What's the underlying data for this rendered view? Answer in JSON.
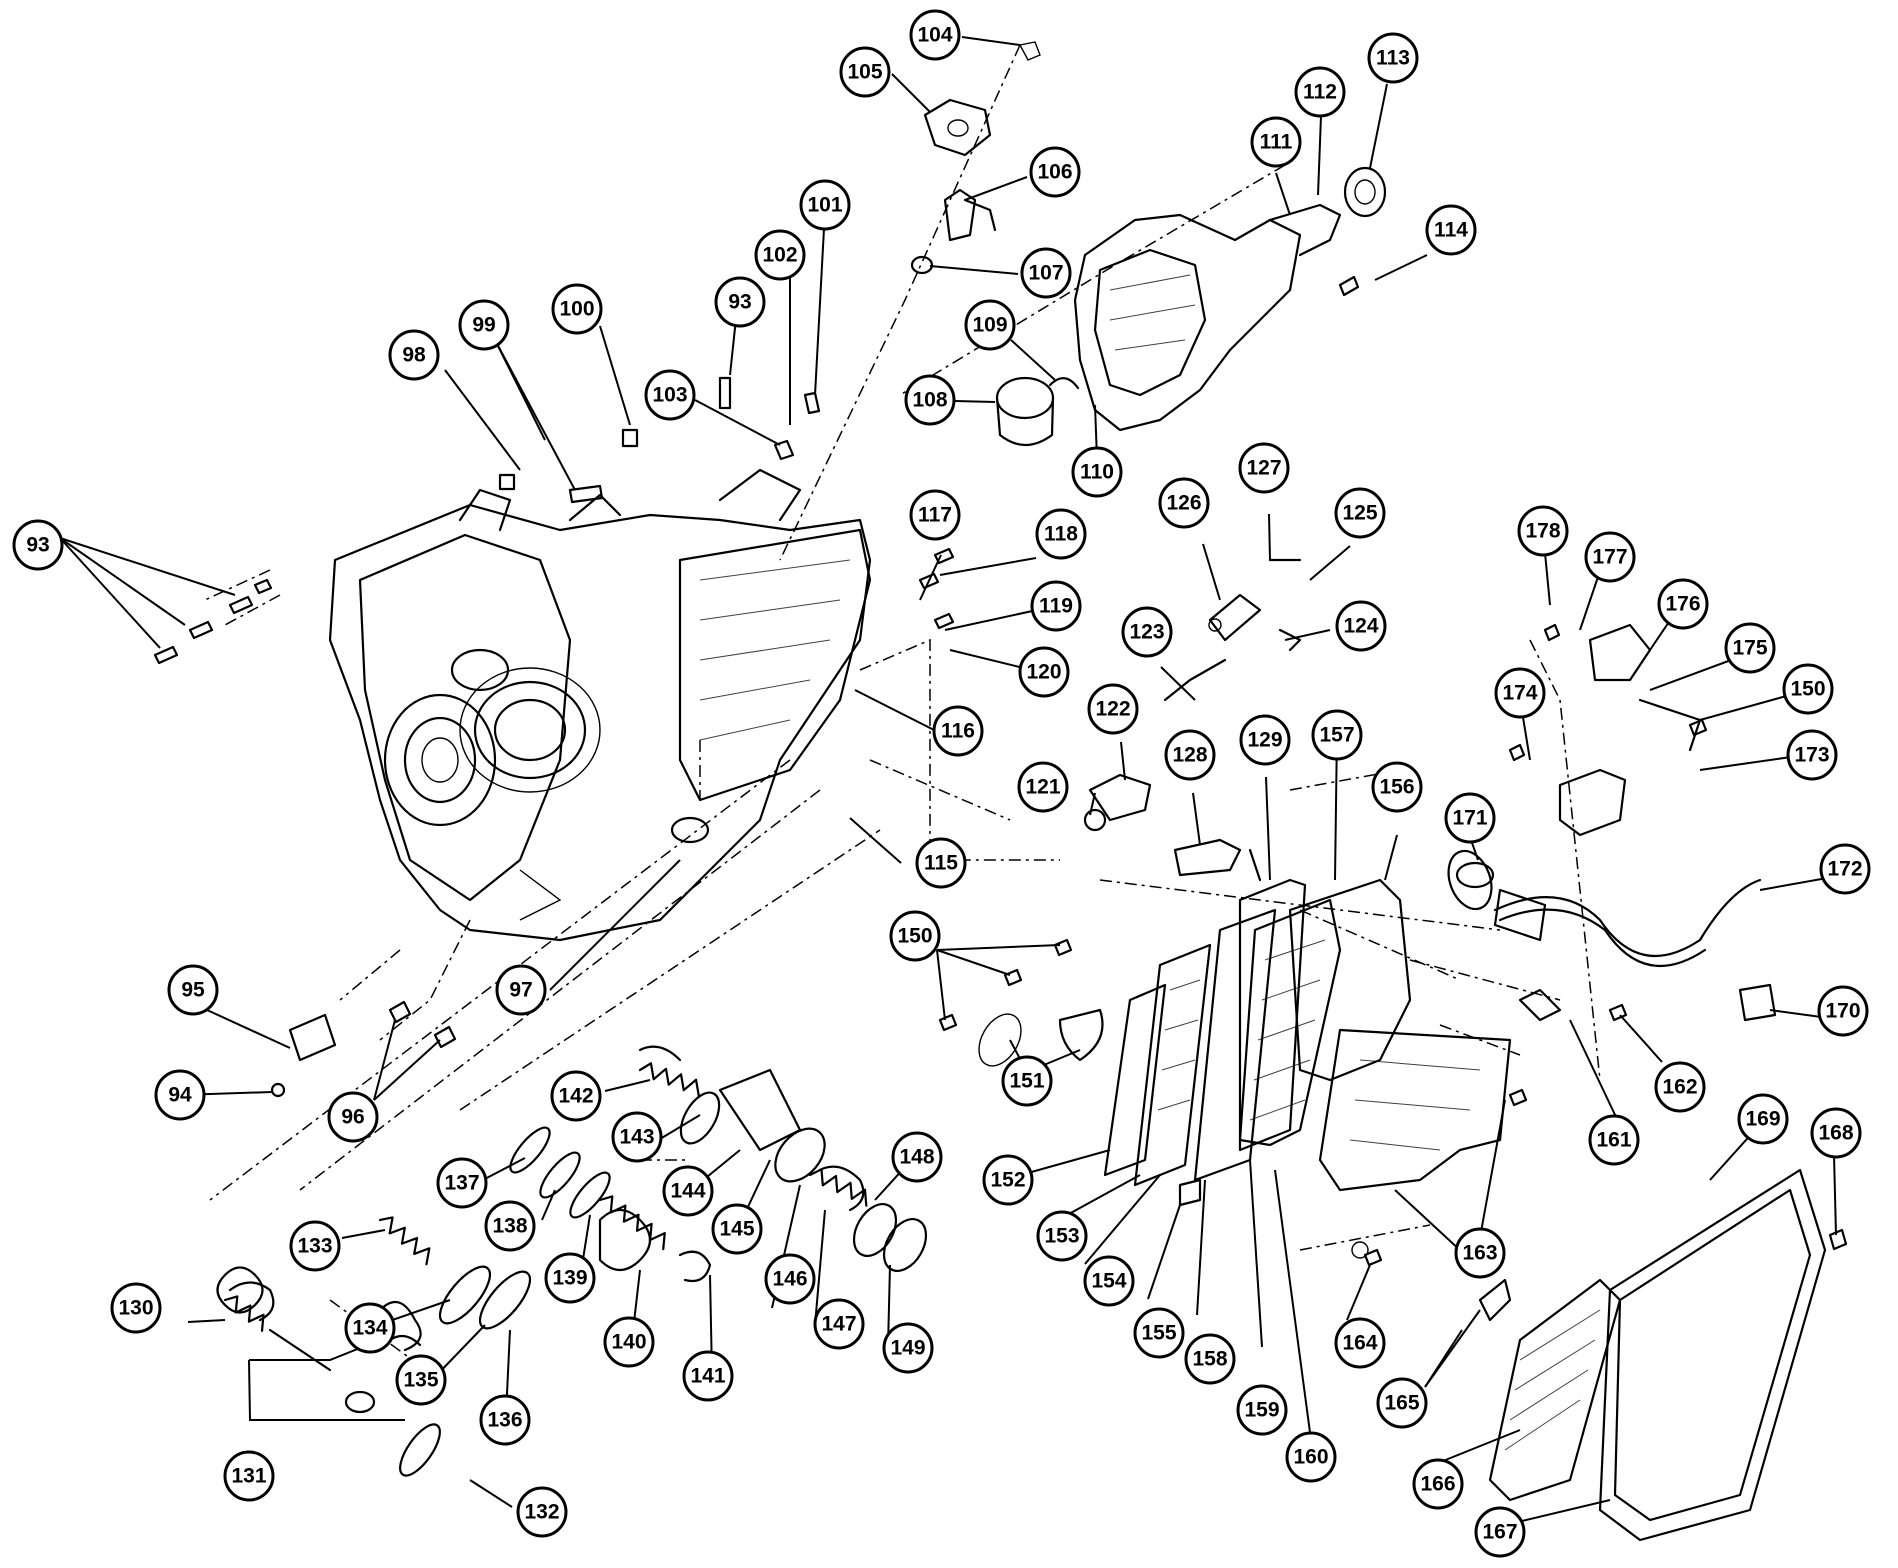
{
  "diagram": {
    "type": "exploded-parts-view",
    "callouts": [
      {
        "id": "c93a",
        "label": "93"
      },
      {
        "id": "c93b",
        "label": "93"
      },
      {
        "id": "c94",
        "label": "94"
      },
      {
        "id": "c95",
        "label": "95"
      },
      {
        "id": "c96",
        "label": "96"
      },
      {
        "id": "c97",
        "label": "97"
      },
      {
        "id": "c98",
        "label": "98"
      },
      {
        "id": "c99",
        "label": "99"
      },
      {
        "id": "c100",
        "label": "100"
      },
      {
        "id": "c101",
        "label": "101"
      },
      {
        "id": "c102",
        "label": "102"
      },
      {
        "id": "c103",
        "label": "103"
      },
      {
        "id": "c104",
        "label": "104"
      },
      {
        "id": "c105",
        "label": "105"
      },
      {
        "id": "c106",
        "label": "106"
      },
      {
        "id": "c107",
        "label": "107"
      },
      {
        "id": "c108",
        "label": "108"
      },
      {
        "id": "c109",
        "label": "109"
      },
      {
        "id": "c110",
        "label": "110"
      },
      {
        "id": "c111",
        "label": "111"
      },
      {
        "id": "c112",
        "label": "112"
      },
      {
        "id": "c113",
        "label": "113"
      },
      {
        "id": "c114",
        "label": "114"
      },
      {
        "id": "c115",
        "label": "115"
      },
      {
        "id": "c116",
        "label": "116"
      },
      {
        "id": "c117",
        "label": "117"
      },
      {
        "id": "c118",
        "label": "118"
      },
      {
        "id": "c119",
        "label": "119"
      },
      {
        "id": "c120",
        "label": "120"
      },
      {
        "id": "c121",
        "label": "121"
      },
      {
        "id": "c122",
        "label": "122"
      },
      {
        "id": "c123",
        "label": "123"
      },
      {
        "id": "c124",
        "label": "124"
      },
      {
        "id": "c125",
        "label": "125"
      },
      {
        "id": "c126",
        "label": "126"
      },
      {
        "id": "c127",
        "label": "127"
      },
      {
        "id": "c128",
        "label": "128"
      },
      {
        "id": "c129",
        "label": "129"
      },
      {
        "id": "c130",
        "label": "130"
      },
      {
        "id": "c131",
        "label": "131"
      },
      {
        "id": "c132",
        "label": "132"
      },
      {
        "id": "c133",
        "label": "133"
      },
      {
        "id": "c134",
        "label": "134"
      },
      {
        "id": "c135",
        "label": "135"
      },
      {
        "id": "c136",
        "label": "136"
      },
      {
        "id": "c137",
        "label": "137"
      },
      {
        "id": "c138",
        "label": "138"
      },
      {
        "id": "c139",
        "label": "139"
      },
      {
        "id": "c140",
        "label": "140"
      },
      {
        "id": "c141",
        "label": "141"
      },
      {
        "id": "c142",
        "label": "142"
      },
      {
        "id": "c143",
        "label": "143"
      },
      {
        "id": "c144",
        "label": "144"
      },
      {
        "id": "c145",
        "label": "145"
      },
      {
        "id": "c146",
        "label": "146"
      },
      {
        "id": "c147",
        "label": "147"
      },
      {
        "id": "c148",
        "label": "148"
      },
      {
        "id": "c149",
        "label": "149"
      },
      {
        "id": "c150a",
        "label": "150"
      },
      {
        "id": "c150b",
        "label": "150"
      },
      {
        "id": "c151",
        "label": "151"
      },
      {
        "id": "c152",
        "label": "152"
      },
      {
        "id": "c153",
        "label": "153"
      },
      {
        "id": "c154",
        "label": "154"
      },
      {
        "id": "c155",
        "label": "155"
      },
      {
        "id": "c156",
        "label": "156"
      },
      {
        "id": "c157",
        "label": "157"
      },
      {
        "id": "c158",
        "label": "158"
      },
      {
        "id": "c159",
        "label": "159"
      },
      {
        "id": "c160",
        "label": "160"
      },
      {
        "id": "c161",
        "label": "161"
      },
      {
        "id": "c162",
        "label": "162"
      },
      {
        "id": "c163",
        "label": "163"
      },
      {
        "id": "c164",
        "label": "164"
      },
      {
        "id": "c165",
        "label": "165"
      },
      {
        "id": "c166",
        "label": "166"
      },
      {
        "id": "c167",
        "label": "167"
      },
      {
        "id": "c168",
        "label": "168"
      },
      {
        "id": "c169",
        "label": "169"
      },
      {
        "id": "c170",
        "label": "170"
      },
      {
        "id": "c171",
        "label": "171"
      },
      {
        "id": "c172",
        "label": "172"
      },
      {
        "id": "c173",
        "label": "173"
      },
      {
        "id": "c174",
        "label": "174"
      },
      {
        "id": "c175",
        "label": "175"
      },
      {
        "id": "c176",
        "label": "176"
      },
      {
        "id": "c177",
        "label": "177"
      },
      {
        "id": "c178",
        "label": "178"
      }
    ]
  }
}
